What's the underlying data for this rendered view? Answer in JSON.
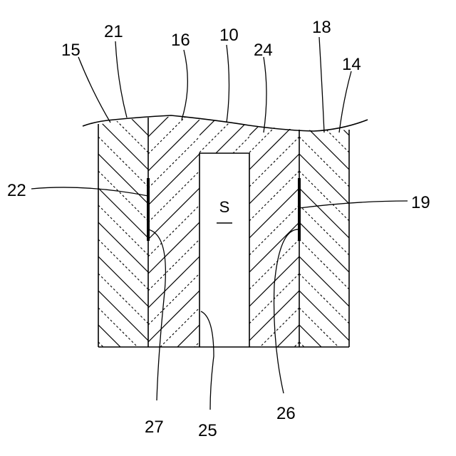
{
  "figure": {
    "space_label": "S",
    "reference_numerals": [
      {
        "id": "15",
        "text": "15"
      },
      {
        "id": "21",
        "text": "21"
      },
      {
        "id": "16",
        "text": "16"
      },
      {
        "id": "10",
        "text": "10"
      },
      {
        "id": "24",
        "text": "24"
      },
      {
        "id": "18",
        "text": "18"
      },
      {
        "id": "14",
        "text": "14"
      },
      {
        "id": "22",
        "text": "22"
      },
      {
        "id": "19",
        "text": "19"
      },
      {
        "id": "27",
        "text": "27"
      },
      {
        "id": "25",
        "text": "25"
      },
      {
        "id": "26",
        "text": "26"
      }
    ]
  }
}
